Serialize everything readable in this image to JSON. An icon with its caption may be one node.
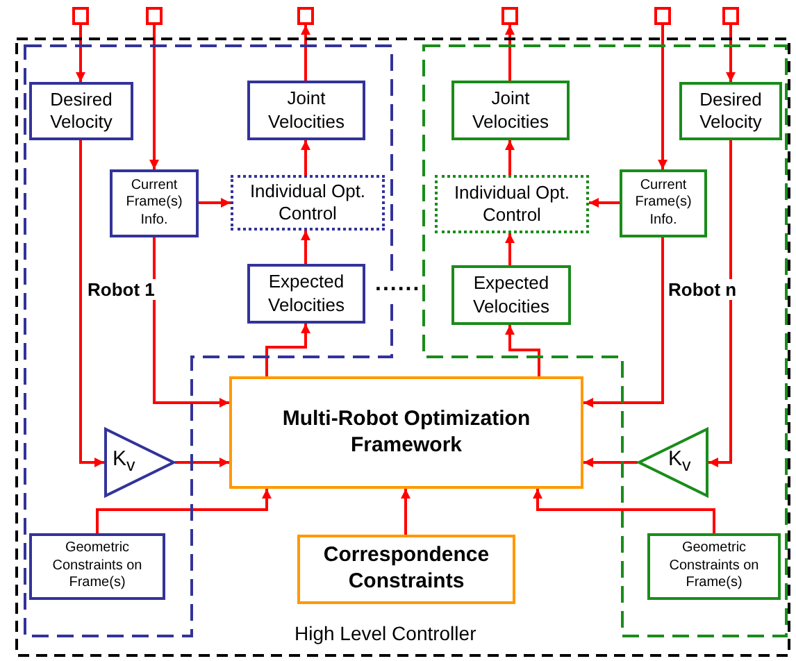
{
  "diagram": {
    "nodes": [
      {
        "text": [],
        "shape": "box"
      },
      {
        "text": [],
        "shape": "box"
      },
      {
        "text": [],
        "shape": "box"
      },
      {
        "text": [],
        "shape": "box"
      },
      {
        "text": [],
        "shape": "box"
      },
      {
        "text": [],
        "shape": "box"
      },
      {
        "text": [
          "High Level Controller"
        ]
      },
      {
        "text": [
          "Robot 1"
        ],
        "in": 6
      },
      {
        "text": [
          "Desired Velocity"
        ],
        "in": 7
      },
      {
        "text": [
          "Joint Velocities"
        ],
        "in": 7
      },
      {
        "text": [
          "Current Frame(s) Info."
        ],
        "in": 7
      },
      {
        "text": [
          "Individual Opt. Control"
        ],
        "in": 7
      },
      {
        "text": [
          "Expected Velocities"
        ],
        "in": 7
      },
      {
        "text": [
          "Robot n"
        ],
        "in": 6
      },
      {
        "text": [
          "Joint Velocities"
        ],
        "in": 13
      },
      {
        "text": [
          "Desired Velocity"
        ],
        "in": 13
      },
      {
        "text": [
          "Individual Opt. Control"
        ],
        "in": 13
      },
      {
        "text": [
          "Current Frame(s) Info."
        ],
        "in": 13
      },
      {
        "text": [
          "Expected Velocities"
        ],
        "in": 13
      },
      {
        "text": [
          "Multi-Robot Optimization Framework"
        ],
        "in": 6
      },
      {
        "text": [
          "K$_{v}$"
        ],
        "in": 7
      },
      {
        "text": [
          "K$_{v}$"
        ],
        "in": 13
      },
      {
        "text": [
          "Geometric Constraints on Frame(s)"
        ],
        "in": 7
      },
      {
        "text": [
          "Correspondence Constraints"
        ],
        "in": 6
      },
      {
        "text": [
          "Geometric Constraints on Frame(s)"
        ],
        "in": 13
      }
    ],
    "edges": [
      {
        "from": 0,
        "to": 8,
        "arrow": "to"
      },
      {
        "from": 1,
        "to": 10,
        "arrow": "to"
      },
      {
        "from": 9,
        "to": 2,
        "arrow": "to"
      },
      {
        "from": 10,
        "to": 11,
        "arrow": "to"
      },
      {
        "from": 11,
        "to": 9,
        "arrow": "to"
      },
      {
        "from": 12,
        "to": 11,
        "arrow": "to"
      },
      {
        "from": 19,
        "to": 12,
        "arrow": "to"
      },
      {
        "from": 10,
        "to": 19,
        "arrow": "to"
      },
      {
        "from": 8,
        "to": 20,
        "arrow": "to"
      },
      {
        "from": 20,
        "to": 19,
        "arrow": "to"
      },
      {
        "from": 22,
        "to": 19,
        "arrow": "to"
      },
      {
        "from": 23,
        "to": 19,
        "arrow": "to"
      },
      {
        "from": 14,
        "to": 3,
        "arrow": "to"
      },
      {
        "from": 4,
        "to": 17,
        "arrow": "to"
      },
      {
        "from": 5,
        "to": 15,
        "arrow": "to"
      },
      {
        "from": 17,
        "to": 16,
        "arrow": "to"
      },
      {
        "from": 16,
        "to": 14,
        "arrow": "to"
      },
      {
        "from": 18,
        "to": 16,
        "arrow": "to"
      },
      {
        "from": 19,
        "to": 18,
        "arrow": "to"
      },
      {
        "from": 17,
        "to": 19,
        "arrow": "to"
      },
      {
        "from": 15,
        "to": 21,
        "arrow": "to"
      },
      {
        "from": 21,
        "to": 19,
        "arrow": "to"
      },
      {
        "from": 24,
        "to": 19,
        "arrow": "to"
      }
    ],
    "labels": [
      "......"
    ]
  }
}
